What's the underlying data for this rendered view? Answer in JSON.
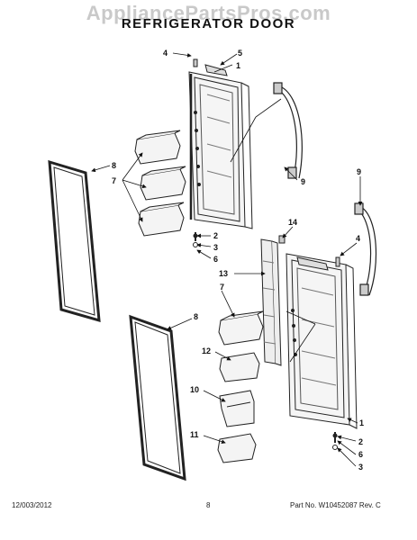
{
  "watermark": "AppliancePartsPros.com",
  "title": "REFRIGERATOR DOOR",
  "footer": {
    "date": "12/003/2012",
    "page": "8",
    "part_number": "Part No. W10452087  Rev. C"
  },
  "callouts": {
    "c4a": "4",
    "c5": "5",
    "c1a": "1",
    "c8a": "8",
    "c7a": "7",
    "c9a": "9",
    "c2a": "2",
    "c3a": "3",
    "c6a": "6",
    "c9b": "9",
    "c14": "14",
    "c13": "13",
    "c4b": "4",
    "c7b": "7",
    "c8b": "8",
    "c12": "12",
    "c10": "10",
    "c11": "11",
    "c1b": "1",
    "c2b": "2",
    "c6b": "6",
    "c3b": "3"
  }
}
